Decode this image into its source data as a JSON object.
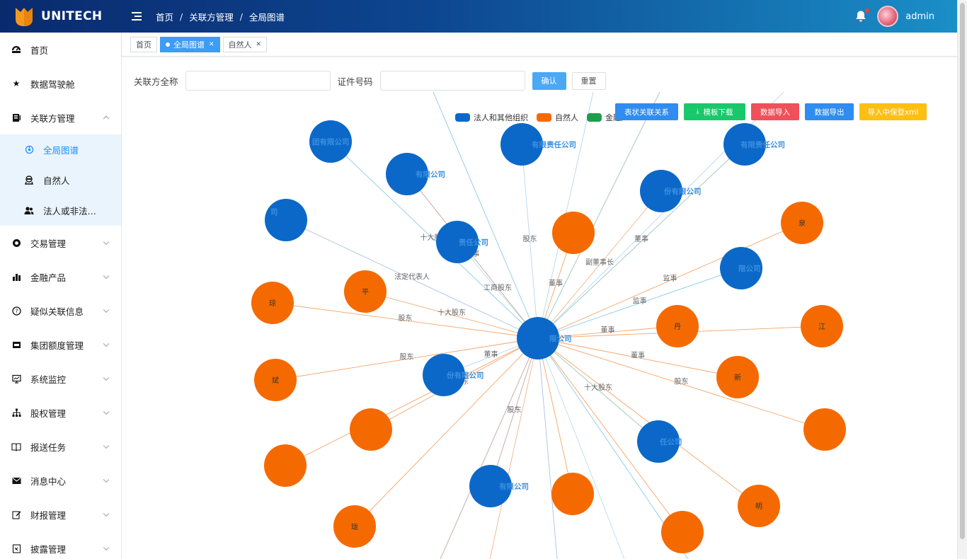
{
  "app": {
    "logo_text": "UNITECH"
  },
  "header": {
    "breadcrumb": [
      "首页",
      "关联方管理",
      "全局图谱"
    ],
    "user": "admin"
  },
  "sidebar": {
    "items": [
      {
        "label": "首页",
        "icon": "dashboard-icon"
      },
      {
        "label": "数据驾驶舱",
        "icon": "star-icon"
      },
      {
        "label": "关联方管理",
        "icon": "contacts-icon",
        "expanded": true,
        "children": [
          {
            "label": "全局图谱",
            "icon": "graph-icon",
            "active": true
          },
          {
            "label": "自然人",
            "icon": "person-icon"
          },
          {
            "label": "法人或非法…",
            "icon": "group-icon"
          }
        ]
      },
      {
        "label": "交易管理",
        "icon": "circle-icon"
      },
      {
        "label": "金融产品",
        "icon": "bar-chart-icon"
      },
      {
        "label": "疑似关联信息",
        "icon": "question-icon"
      },
      {
        "label": "集团额度管理",
        "icon": "wallet-icon"
      },
      {
        "label": "系统监控",
        "icon": "monitor-icon"
      },
      {
        "label": "股权管理",
        "icon": "tree-icon"
      },
      {
        "label": "报送任务",
        "icon": "book-icon"
      },
      {
        "label": "消息中心",
        "icon": "mail-icon"
      },
      {
        "label": "财报管理",
        "icon": "edit-icon"
      },
      {
        "label": "披露管理",
        "icon": "document-icon"
      }
    ]
  },
  "tabs": [
    {
      "label": "首页",
      "active": false,
      "closable": false
    },
    {
      "label": "全局图谱",
      "active": true,
      "closable": true
    },
    {
      "label": "自然人",
      "active": false,
      "closable": true
    }
  ],
  "search": {
    "name_label": "关联方全称",
    "name_value": "",
    "id_label": "证件号码",
    "id_value": "",
    "confirm": "确认",
    "reset": "重置"
  },
  "legend": [
    {
      "label": "法人和其他组织",
      "color": "#0b68c8"
    },
    {
      "label": "自然人",
      "color": "#f56a00"
    },
    {
      "label": "金融产",
      "color": "#1e9e4a"
    }
  ],
  "actions": [
    {
      "label": "表状关联关系",
      "color": "#2f8cf0"
    },
    {
      "label": "模板下载",
      "color": "#19c86a",
      "icon": "download-icon"
    },
    {
      "label": "数据导入",
      "color": "#f0505a"
    },
    {
      "label": "数据导出",
      "color": "#2f8cf0"
    },
    {
      "label": "导入中保登xml",
      "color": "#fdbf12"
    }
  ],
  "graph": {
    "colors": {
      "org": "#0b68c8",
      "person": "#f56a00"
    },
    "center": {
      "label": "限公司"
    },
    "nodes": [
      {
        "type": "org",
        "label": "团有限公司"
      },
      {
        "type": "org",
        "label": "有限责任公司"
      },
      {
        "type": "org",
        "label": "有限责任公司"
      },
      {
        "type": "org",
        "label": "有限公司"
      },
      {
        "type": "org",
        "label": "份有限公司"
      },
      {
        "type": "org",
        "label": "司"
      },
      {
        "type": "org",
        "label": "责任公司"
      },
      {
        "type": "org",
        "label": "限公司"
      },
      {
        "type": "org",
        "label": "份有限公司"
      },
      {
        "type": "org",
        "label": "任公司"
      },
      {
        "type": "org",
        "label": "有限公司"
      },
      {
        "type": "person",
        "label": ""
      },
      {
        "type": "person",
        "label": "泉"
      },
      {
        "type": "person",
        "label": "平"
      },
      {
        "type": "person",
        "label": "琼"
      },
      {
        "type": "person",
        "label": "丹"
      },
      {
        "type": "person",
        "label": "江"
      },
      {
        "type": "person",
        "label": "斌"
      },
      {
        "type": "person",
        "label": "新"
      },
      {
        "type": "person",
        "label": ""
      },
      {
        "type": "person",
        "label": ""
      },
      {
        "type": "person",
        "label": ""
      },
      {
        "type": "person",
        "label": ""
      },
      {
        "type": "person",
        "label": "明"
      },
      {
        "type": "person",
        "label": "珑"
      },
      {
        "type": "person",
        "label": ""
      }
    ],
    "edge_labels": [
      "十大股东",
      "股东",
      "董事",
      "监事",
      "副董事长",
      "法定代表人",
      "工商股东",
      "监事",
      "董事",
      "十大股东",
      "股东",
      "董事",
      "监事",
      "十大股东",
      "股东",
      "董事",
      "监事",
      "股东",
      "董事",
      "十大股东",
      "股东"
    ]
  }
}
